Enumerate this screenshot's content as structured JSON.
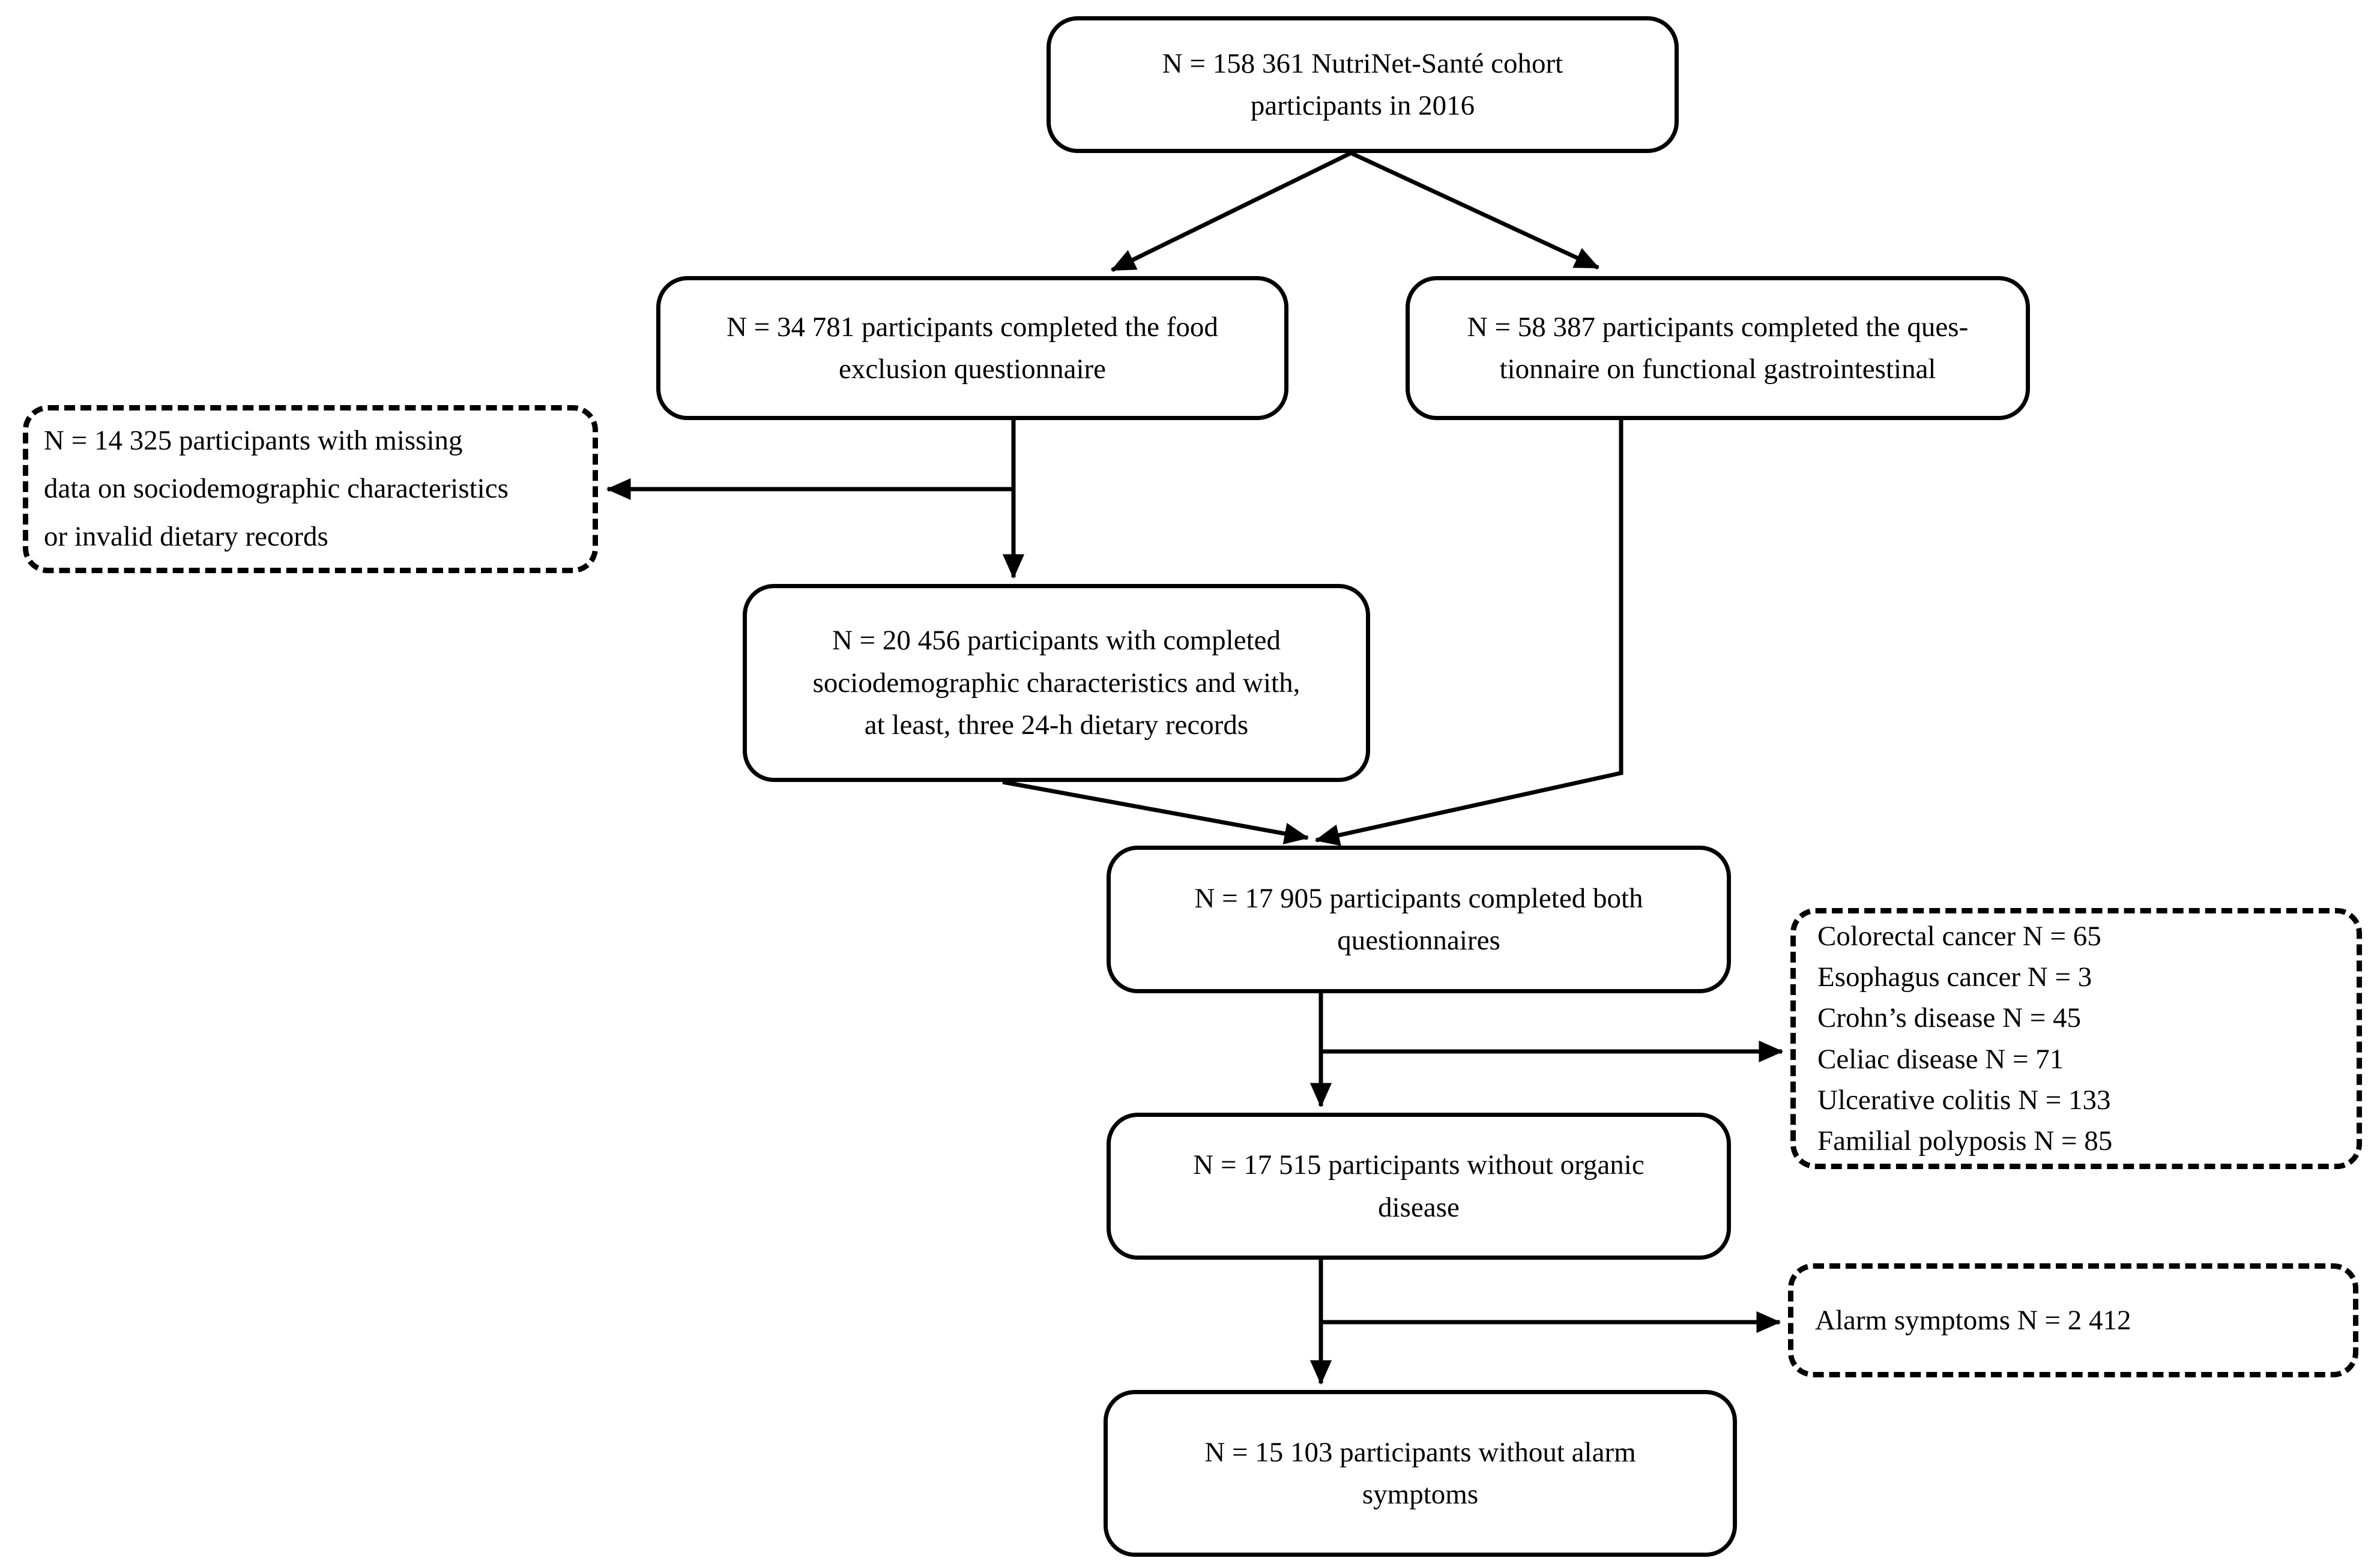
{
  "figure": {
    "nodes": {
      "cohort": {
        "text": "N = 158 361 NutriNet-Santé cohort\nparticipants in 2016"
      },
      "food_exclusion": {
        "text": "N = 34 781 participants completed the food\nexclusion questionnaire"
      },
      "fgid_questionnaire": {
        "text": "N = 58 387 participants completed the ques-\ntionnaire on functional gastrointestinal"
      },
      "excluded_missing": {
        "text": "N = 14 325 participants with missing\ndata on sociodemographic characteristics\nor invalid dietary records"
      },
      "sociodemo_complete": {
        "text": "N = 20 456 participants with completed\nsociodemographic characteristics and with,\nat least, three 24-h dietary records"
      },
      "both_questionnaires": {
        "text": "N = 17 905 participants completed both\nquestionnaires"
      },
      "organic_diseases": {
        "text": "Colorectal cancer N = 65\nEsophagus cancer N = 3\nCrohn’s disease N = 45\nCeliac disease N = 71\nUlcerative colitis N = 133\nFamilial polyposis N = 85"
      },
      "without_organic": {
        "text": "N = 17 515 participants without organic\ndisease"
      },
      "alarm_symptoms": {
        "text": "Alarm symptoms N = 2 412"
      },
      "without_alarm": {
        "text": "N = 15 103 participants without alarm\nsymptoms"
      }
    }
  }
}
